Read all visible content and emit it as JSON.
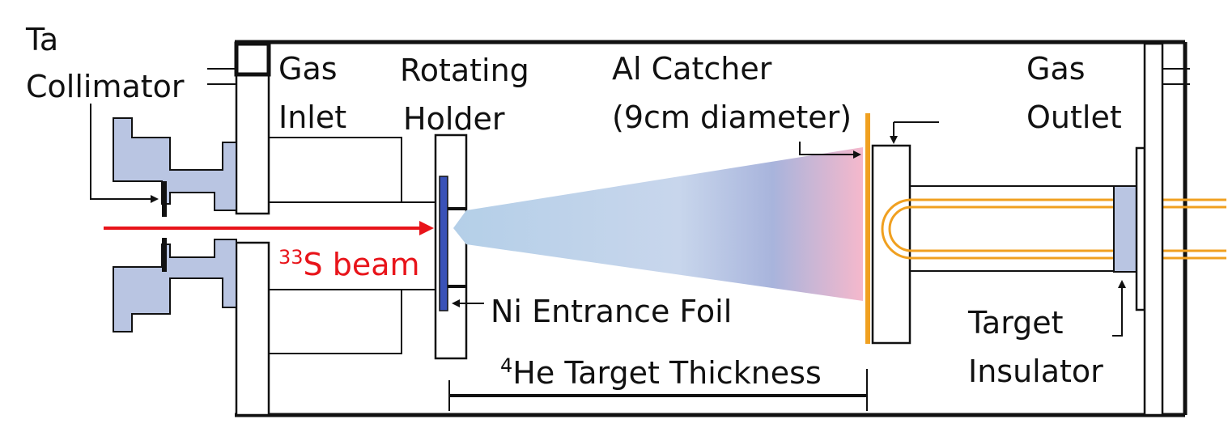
{
  "labels": {
    "ta": "Ta",
    "collimator": "Collimator",
    "gas_inlet_1": "Gas",
    "gas_inlet_2": "Inlet",
    "rotating_1": "Rotating",
    "rotating_2": "Holder",
    "catcher_1": "Al Catcher",
    "catcher_2": "(9cm diameter)",
    "gas_outlet_1": "Gas",
    "gas_outlet_2": "Outlet",
    "beam_sup": "33",
    "beam_text": "S beam",
    "ni_foil": "Ni Entrance Foil",
    "thickness_sup": "4",
    "thickness_text": "He Target Thickness",
    "target_1": "Target",
    "target_2": "Insulator"
  },
  "colors": {
    "beam": "#e8141a",
    "collimator_fill": "#b9c5e2",
    "foil": "#3a52b8",
    "catcher": "#f0a020",
    "cone_start": "#b4cfe8",
    "cone_mid": "#a8b4dc",
    "cone_end": "#f5b8cc"
  }
}
